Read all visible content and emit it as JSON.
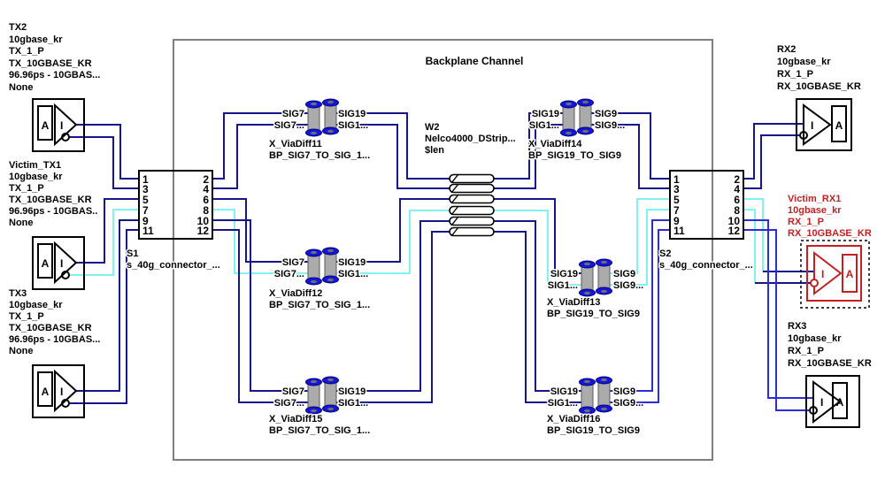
{
  "title": "Backplane Channel",
  "colors": {
    "wire_navy": "#16168C",
    "wire_cyan": "#80F2F2",
    "wire_bright_blue": "#2C2CD9",
    "victim_red": "#C42020",
    "channel_box_gray": "#7F7F7F",
    "via_cap_blue": "#1515DC",
    "via_body_gray": "#ABABAB"
  },
  "generators": {
    "tx2": {
      "lines": [
        "TX2",
        "10gbase_kr",
        "TX_1_P",
        "TX_10GBASE_KR",
        "96.96ps - 10GBAS...",
        "None"
      ]
    },
    "victim_tx1": {
      "lines": [
        "Victim_TX1",
        "10gbase_kr",
        "TX_1_P",
        "TX_10GBASE_KR",
        "96.96ps - 10GBAS..",
        "None"
      ]
    },
    "tx3": {
      "lines": [
        "TX3",
        "10gbase_kr",
        "TX_1_P",
        "TX_10GBASE_KR",
        "96.96ps - 10GBAS...",
        "None"
      ]
    }
  },
  "receivers": {
    "rx2": {
      "lines": [
        "RX2",
        "10gbase_kr",
        "RX_1_P",
        "RX_10GBASE_KR"
      ]
    },
    "victim_rx1": {
      "lines": [
        "Victim_RX1",
        "10gbase_kr",
        "RX_1_P",
        "RX_10GBASE_KR"
      ],
      "highlighted": true
    },
    "rx3": {
      "lines": [
        "RX3",
        "10gbase_kr",
        "RX_1_P",
        "RX_10GBASE_KR"
      ]
    }
  },
  "connectors": {
    "s1": {
      "refdes": "S1",
      "model": "s_40g_connector_...",
      "left_pins": [
        "1",
        "3",
        "5",
        "7",
        "9",
        "11"
      ],
      "right_pins": [
        "2",
        "4",
        "6",
        "8",
        "10",
        "12"
      ]
    },
    "s2": {
      "refdes": "S2",
      "model": "s_40g_connector_...",
      "left_pins": [
        "1",
        "3",
        "5",
        "7",
        "9",
        "11"
      ],
      "right_pins": [
        "2",
        "4",
        "6",
        "8",
        "10",
        "12"
      ]
    }
  },
  "vias": {
    "via11": {
      "refdes": "X_ViaDiff11",
      "model": "BP_SIG7_TO_SIG_1...",
      "tl": "SIG7",
      "bl": "SIG7...",
      "tr": "SIG19",
      "br": "SIG1..."
    },
    "via12": {
      "refdes": "X_ViaDiff12",
      "model": "BP_SIG7_TO_SIG_1...",
      "tl": "SIG7",
      "bl": "SIG7...",
      "tr": "SIG19",
      "br": "SIG1..."
    },
    "via15": {
      "refdes": "X_ViaDiff15",
      "model": "BP_SIG7_TO_SIG_1...",
      "tl": "SIG7",
      "bl": "SIG7...",
      "tr": "SIG19",
      "br": "SIG1..."
    },
    "via14": {
      "refdes": "X_ViaDiff14",
      "model": "BP_SIG19_TO_SIG9",
      "tl": "SIG19",
      "bl": "SIG1...",
      "tr": "SIG9",
      "br": "SIG9..."
    },
    "via13": {
      "refdes": "X_ViaDiff13",
      "model": "BP_SIG19_TO_SIG9",
      "tl": "SIG19",
      "bl": "SIG1...",
      "tr": "SIG9",
      "br": "SIG9..."
    },
    "via16": {
      "refdes": "X_ViaDiff16",
      "model": "BP_SIG19_TO_SIG9",
      "tl": "SIG19",
      "bl": "SIG1...",
      "tr": "SIG9",
      "br": "SIG9..."
    }
  },
  "tline": {
    "refdes": "W2",
    "model": "Nelco4000_DStrip...",
    "length_param": "$len"
  },
  "symbol_text": {
    "amp": "A",
    "buf": "I"
  }
}
